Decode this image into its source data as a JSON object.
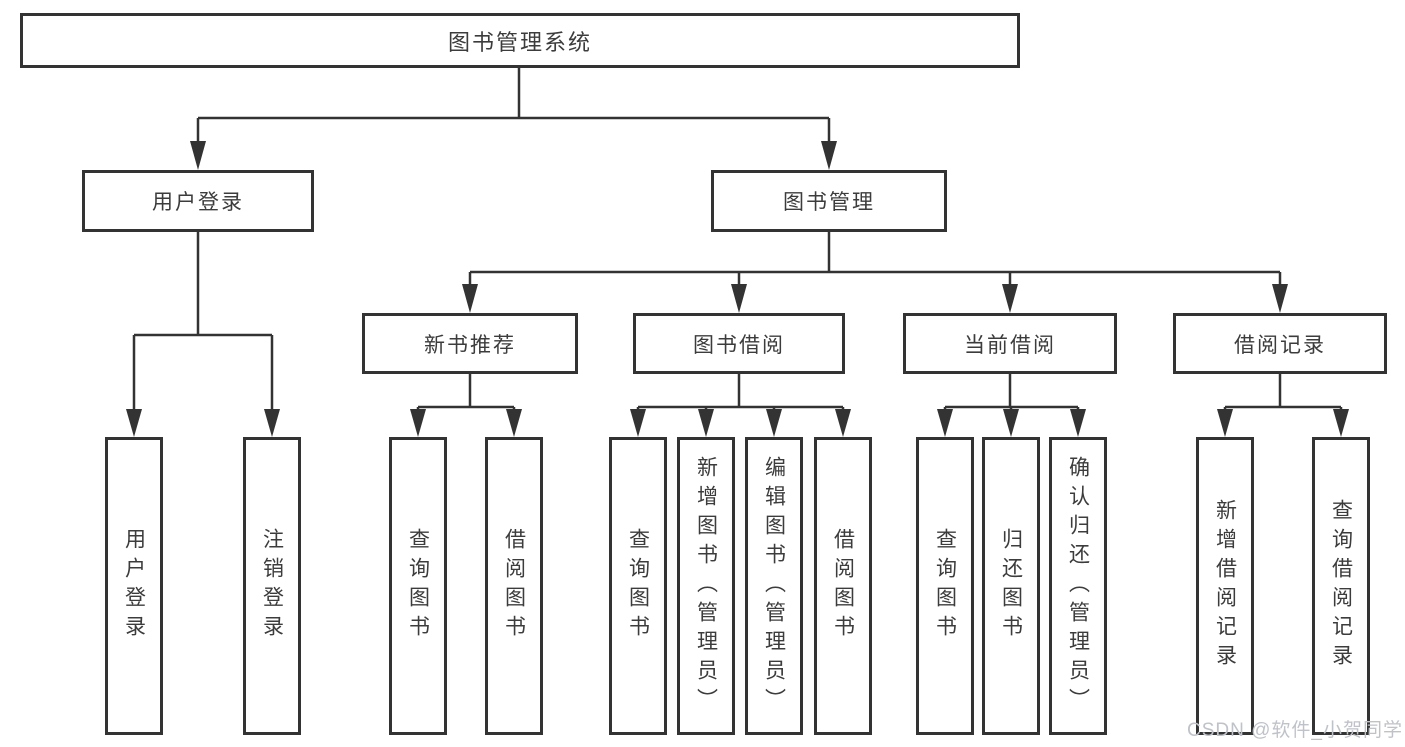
{
  "diagram": {
    "title": "图书管理系统",
    "nodes": {
      "root": {
        "label": "图书管理系统"
      },
      "level2": [
        {
          "label": "用户登录"
        },
        {
          "label": "图书管理"
        }
      ],
      "level3": [
        {
          "label": "新书推荐"
        },
        {
          "label": "图书借阅"
        },
        {
          "label": "当前借阅"
        },
        {
          "label": "借阅记录"
        }
      ],
      "leaves": [
        {
          "label": "用户登录"
        },
        {
          "label": "注销登录"
        },
        {
          "label": "查询图书"
        },
        {
          "label": "借阅图书"
        },
        {
          "label": "查询图书"
        },
        {
          "label": "新增图书（管理员）"
        },
        {
          "label": "编辑图书（管理员）"
        },
        {
          "label": "借阅图书"
        },
        {
          "label": "查询图书"
        },
        {
          "label": "归还图书"
        },
        {
          "label": "确认归还（管理员）"
        },
        {
          "label": "新增借阅记录"
        },
        {
          "label": "查询借阅记录"
        }
      ]
    },
    "edges": [
      "图书管理系统→用户登录",
      "图书管理系统→图书管理",
      "用户登录→用户登录",
      "用户登录→注销登录",
      "图书管理→新书推荐",
      "图书管理→图书借阅",
      "图书管理→当前借阅",
      "图书管理→借阅记录",
      "新书推荐→查询图书",
      "新书推荐→借阅图书",
      "图书借阅→查询图书",
      "图书借阅→新增图书（管理员）",
      "图书借阅→编辑图书（管理员）",
      "图书借阅→借阅图书",
      "当前借阅→查询图书",
      "当前借阅→归还图书",
      "当前借阅→确认归还（管理员）",
      "借阅记录→新增借阅记录",
      "借阅记录→查询借阅记录"
    ]
  },
  "watermark": {
    "text": "CSDN @软件_小贺同学"
  },
  "colors": {
    "line": "#333333",
    "text": "#3c3c3c",
    "background": "#ffffff",
    "watermark": "#bfc3c9"
  }
}
